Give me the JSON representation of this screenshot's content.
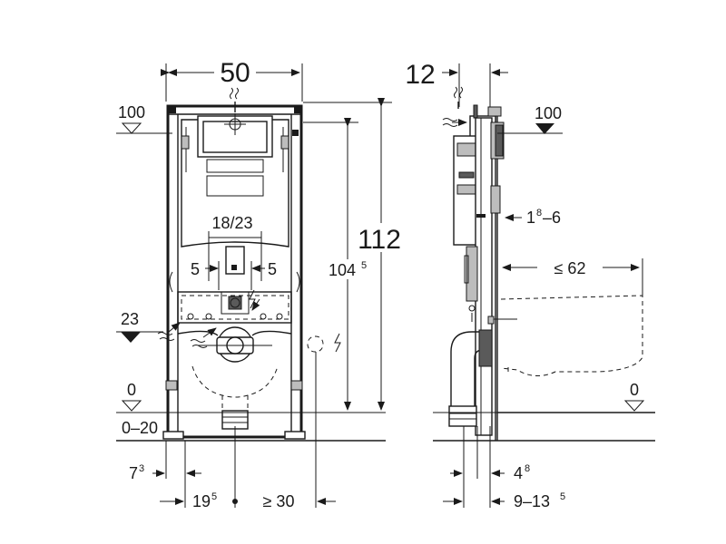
{
  "front_view": {
    "width_label": "50",
    "height_label": "112",
    "height_inner_label": "104",
    "height_inner_sup": "5",
    "level_100": "100",
    "level_23": "23",
    "level_0": "0",
    "floor_range": "0–20",
    "flush_width": "18/23",
    "offset_left": "5",
    "offset_right": "5",
    "bottom_left_main": "7",
    "bottom_left_sup": "3",
    "bottom_mid_main": "19",
    "bottom_mid_sup": "5",
    "bottom_right": "≥ 30"
  },
  "side_view": {
    "depth_label": "12",
    "level_100": "100",
    "plate_main": "1",
    "plate_sup": "8",
    "plate_suffix": "–6",
    "bowl_depth": "≤ 62",
    "level_0": "0",
    "bottom_top_main": "4",
    "bottom_top_sup": "8",
    "bottom_range_main": "9–13",
    "bottom_range_sup": "5"
  }
}
